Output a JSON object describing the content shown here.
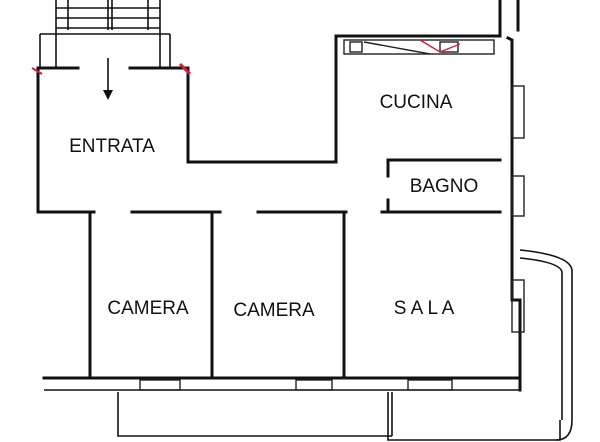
{
  "rooms": {
    "entrata": "ENTRATA",
    "cucina": "CUCINA",
    "bagno": "BAGNO",
    "camera_1": "CAMERA",
    "camera_2": "CAMERA",
    "sala": "S A L A"
  },
  "colors": {
    "walls": "#111111",
    "marks": "#d0203a"
  }
}
